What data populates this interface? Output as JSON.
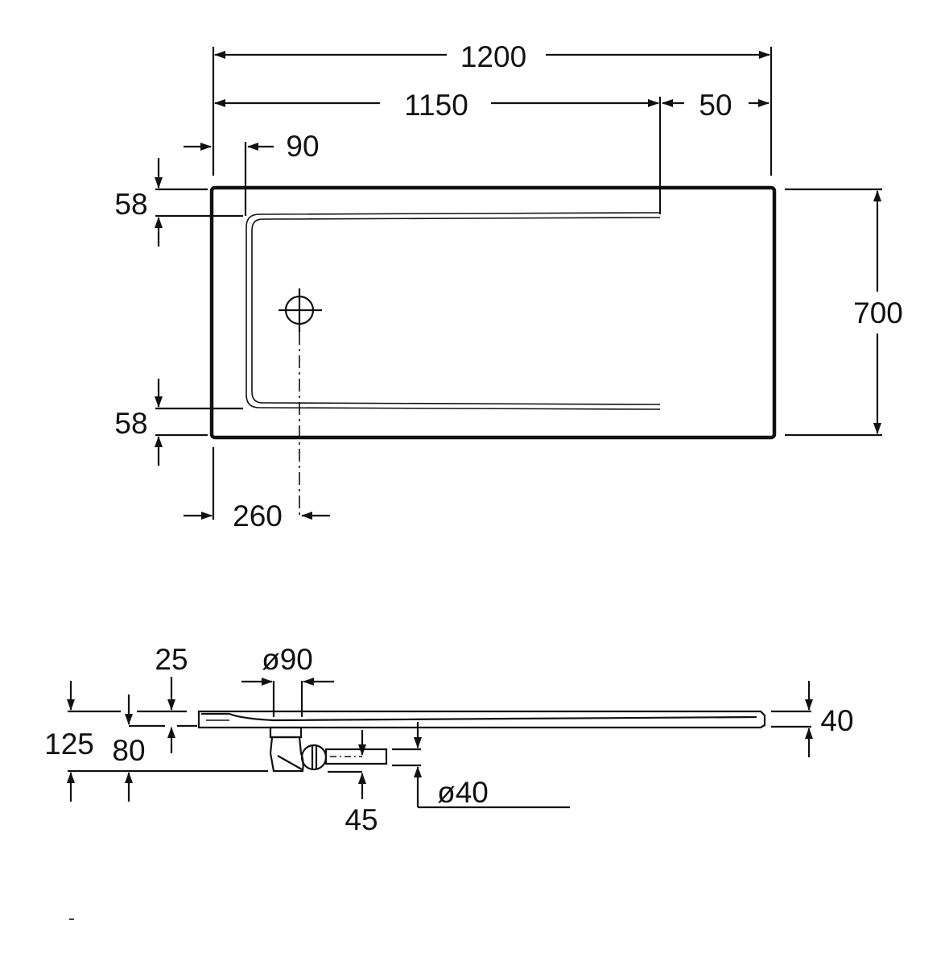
{
  "drawing": {
    "top_view": {
      "overall_length": "1200",
      "inner_length": "1150",
      "end_margin": "50",
      "side_margin": "90",
      "top_margin": "58",
      "bottom_margin": "58",
      "width": "700",
      "drain_offset": "260"
    },
    "side_view": {
      "total_height": "125",
      "trap_height": "80",
      "lip_height": "25",
      "drain_diameter": "ø90",
      "outlet_height": "45",
      "outlet_diameter": "ø40",
      "tray_thickness": "40"
    },
    "colors": {
      "line": "#111111",
      "background": "#ffffff"
    }
  }
}
